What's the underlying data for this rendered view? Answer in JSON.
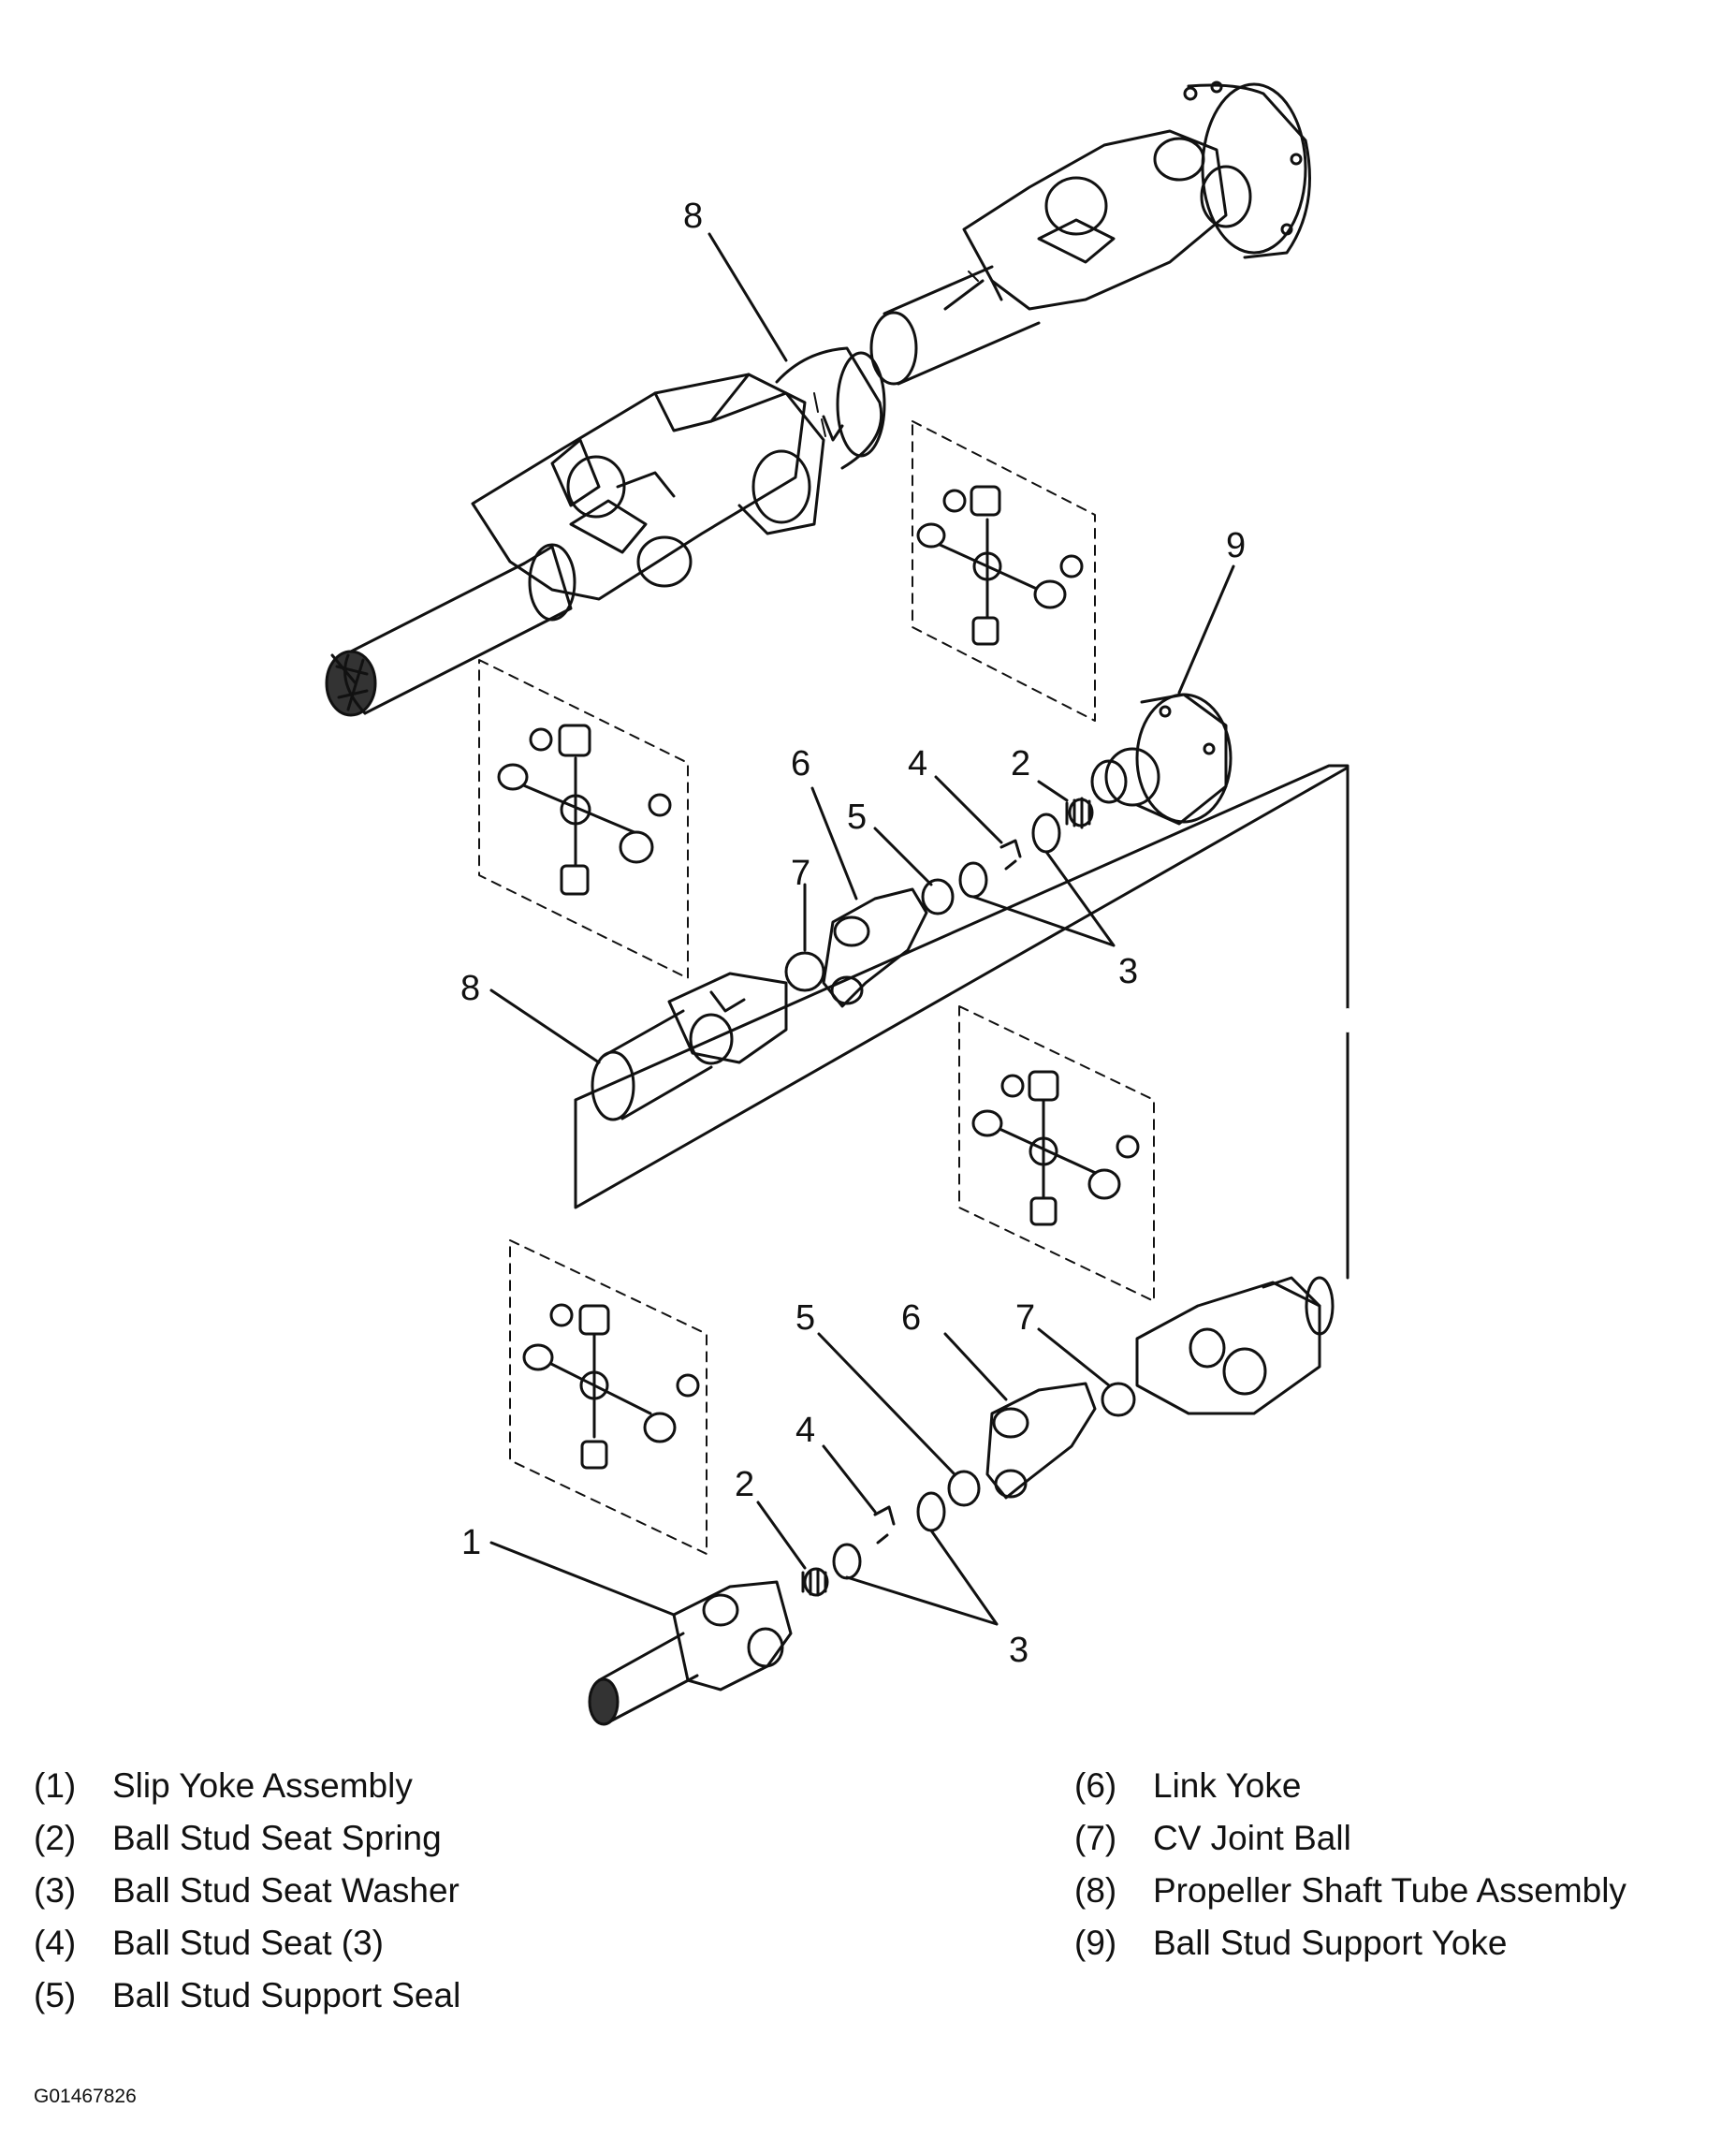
{
  "callouts": {
    "slip_yoke": "1",
    "ball_stud_seat_spring": "2",
    "ball_stud_seat_washer": "3",
    "ball_stud_seat": "4",
    "ball_stud_support_seal": "5",
    "link_yoke": "6",
    "cv_joint_ball": "7",
    "propeller_shaft_tube": "8",
    "ball_stud_support_yoke": "9"
  },
  "legend": {
    "left": [
      {
        "num": "(1)",
        "label": "Slip Yoke Assembly"
      },
      {
        "num": "(2)",
        "label": "Ball Stud Seat Spring"
      },
      {
        "num": "(3)",
        "label": "Ball Stud Seat Washer"
      },
      {
        "num": "(4)",
        "label": "Ball Stud Seat (3)"
      },
      {
        "num": "(5)",
        "label": "Ball Stud Support Seal"
      }
    ],
    "right": [
      {
        "num": "(6)",
        "label": "Link Yoke"
      },
      {
        "num": "(7)",
        "label": "CV Joint Ball"
      },
      {
        "num": "(8)",
        "label": "Propeller Shaft Tube Assembly"
      },
      {
        "num": "(9)",
        "label": "Ball Stud Support Yoke"
      }
    ]
  },
  "figure_id": "G01467826"
}
